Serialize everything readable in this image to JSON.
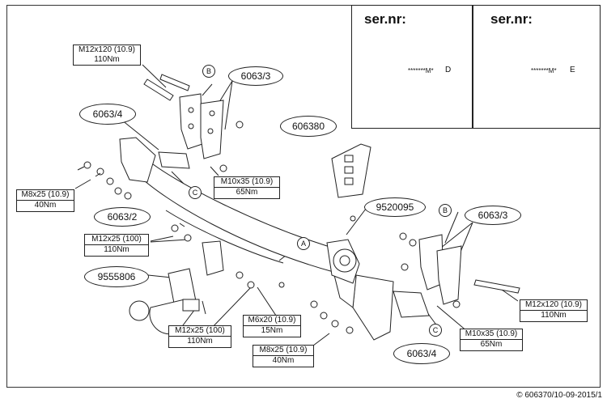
{
  "labels": {
    "m12x120_top": [
      "M12x120 (10.9)",
      "110Nm"
    ],
    "m8x25_left": [
      "M8x25 (10.9)",
      "40Nm"
    ],
    "m10x35_top": [
      "M10x35 (10.9)",
      "65Nm"
    ],
    "m12x25_mid": [
      "M12x25 (100)",
      "110Nm"
    ],
    "m12x25_bottom": [
      "M12x25 (100)",
      "110Nm"
    ],
    "m6x20": [
      "M6x20 (10.9)",
      "15Nm"
    ],
    "m8x25_bottom": [
      "M8x25 (10.9)",
      "40Nm"
    ],
    "m12x120_right": [
      "M12x120 (10.9)",
      "110Nm"
    ],
    "m10x35_right": [
      "M10x35 (10.9)",
      "65Nm"
    ]
  },
  "part_ovals": {
    "p60633_top": "6063/3",
    "p60634_left": "6063/4",
    "p606380": "606380",
    "p60632": "6063/2",
    "p9520095": "9520095",
    "p60633_right": "6063/3",
    "p9555806": "9555806",
    "p60634_bottom": "6063/4"
  },
  "callouts": {
    "b_top": "B",
    "c_left": "C",
    "a_mid": "A",
    "b_right": "B",
    "c_right": "C"
  },
  "serial_panels": [
    {
      "title": "ser.nr:",
      "code": "*******M*",
      "letter": "D"
    },
    {
      "title": "ser.nr:",
      "code": "*******M*",
      "letter": "E"
    }
  ],
  "copyright": "© 606370/10-09-2015/1"
}
